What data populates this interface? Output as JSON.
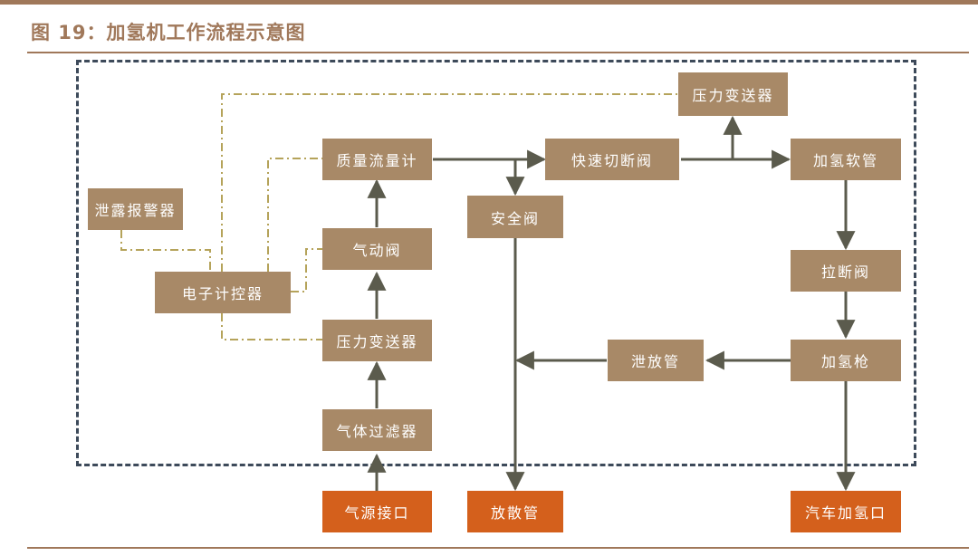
{
  "figure": {
    "title": "图 19：加氢机工作流程示意图"
  },
  "colors": {
    "rule": "#a0785a",
    "node_fill": "#a88967",
    "external_fill": "#d4601c",
    "node_text": "#ffffff",
    "flow_line": "#5b5b4d",
    "signal_line": "#b5a35a",
    "boundary": "#3d4a5a"
  },
  "nodes": {
    "pressure_transmitter_top": "压力变送器",
    "mass_flow_meter": "质量流量计",
    "quick_shutoff_valve": "快速切断阀",
    "hydrogen_hose": "加氢软管",
    "leak_alarm": "泄露报警器",
    "safety_valve": "安全阀",
    "pneumatic_valve": "气动阀",
    "electronic_controller": "电子计控器",
    "breakaway_valve": "拉断阀",
    "pressure_transmitter": "压力变送器",
    "vent_pipe": "泄放管",
    "dispenser_nozzle": "加氢枪",
    "gas_filter": "气体过滤器",
    "gas_inlet": "气源接口",
    "discharge_pipe": "放散管",
    "vehicle_port": "汽车加氢口"
  }
}
